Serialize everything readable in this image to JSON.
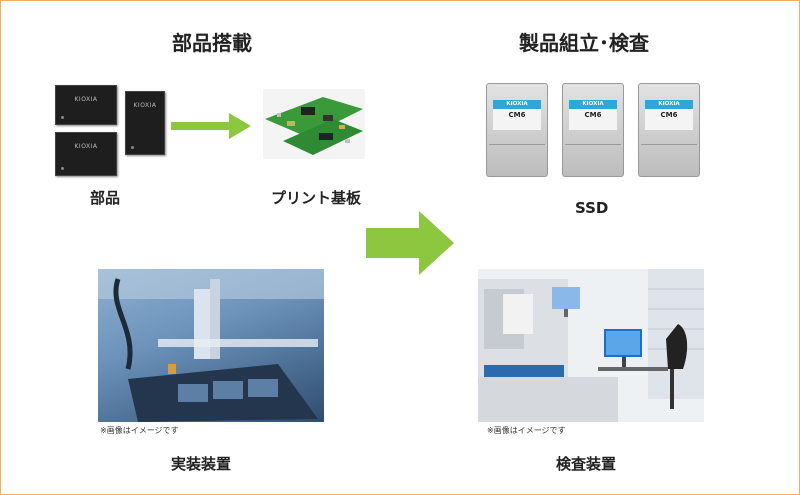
{
  "headings": {
    "left": "部品搭載",
    "right": "製品組立･検査"
  },
  "labels": {
    "parts": "部品",
    "pcb": "プリント基板",
    "ssd": "SSD",
    "mounting": "実装装置",
    "inspection": "検査装置"
  },
  "notes": {
    "mounting_note": "※画像はイメージです",
    "inspection_note": "※画像はイメージです"
  },
  "chips": {
    "brand": "KIOXIA"
  },
  "ssds": [
    {
      "brand": "KIOXIA",
      "model": "CM6"
    },
    {
      "brand": "KIOXIA",
      "model": "CM6"
    },
    {
      "brand": "KIOXIA",
      "model": "CM6"
    }
  ],
  "colors": {
    "arrow": "#8dc63f",
    "border": "#f0b060",
    "kioxia_label": "#2fa6d8"
  }
}
